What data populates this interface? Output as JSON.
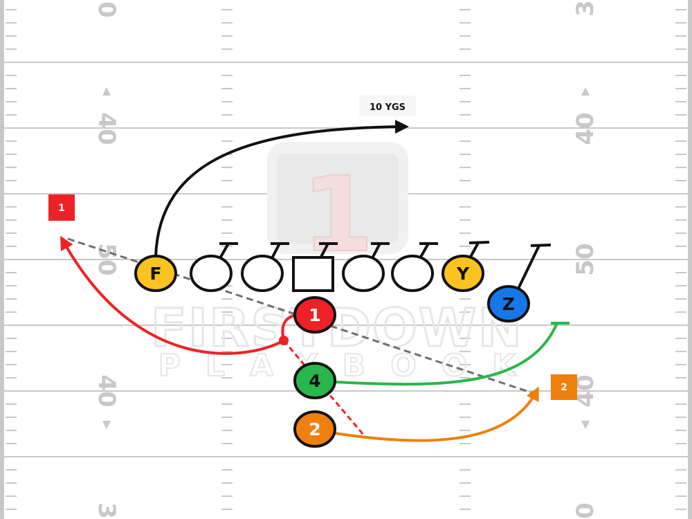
{
  "watermark": {
    "logo_numeral": "1",
    "brand_line1": "FIRSTDOWN",
    "brand_line2": "PLAYBOOK",
    "trademark": "™"
  },
  "yard_numbers": {
    "left": [
      "0",
      "40",
      "50",
      "40",
      "3"
    ],
    "right": [
      "3",
      "40",
      "50",
      "40",
      "0"
    ]
  },
  "colors": {
    "red": "#ee2126",
    "green": "#28b74a",
    "orange": "#f07f0c",
    "yellow": "#fcc21f",
    "blue": "#1877e8",
    "black": "#111111",
    "gray_dash": "#6f6f6f",
    "field_line": "#c8c8c8"
  },
  "annotation": {
    "route_label": "10 YGS"
  },
  "read_tags": [
    {
      "label": "1",
      "color": "#ee2126"
    },
    {
      "label": "2",
      "color": "#f07f0c"
    }
  ],
  "players": [
    {
      "label": "F",
      "fill": "#fcc21f"
    },
    {
      "label": "Y",
      "fill": "#fcc21f"
    },
    {
      "label": "Z",
      "fill": "#1877e8"
    },
    {
      "label": "1",
      "fill": "#ee2126"
    },
    {
      "label": "4",
      "fill": "#28b74a"
    },
    {
      "label": "2",
      "fill": "#f07f0c"
    }
  ]
}
